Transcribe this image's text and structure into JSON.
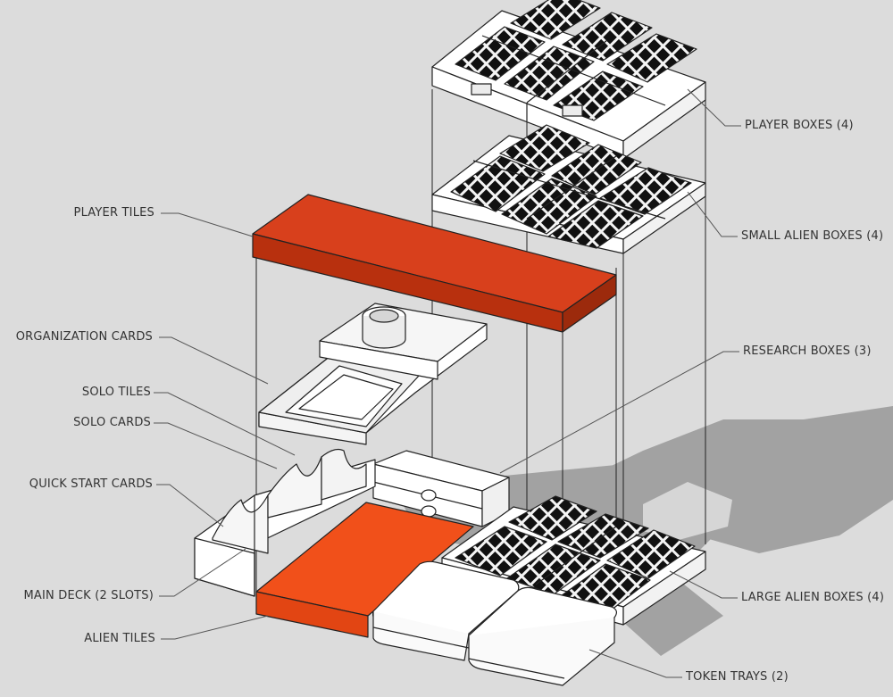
{
  "labels": {
    "player_tiles": "PLAYER TILES",
    "organization_cards": "ORGANIZATION CARDS",
    "solo_tiles": "SOLO TILES",
    "solo_cards": "SOLO CARDS",
    "quick_start_cards": "QUICK START CARDS",
    "main_deck": "MAIN DECK (2 SLOTS)",
    "alien_tiles": "ALIEN TILES",
    "player_boxes": "PLAYER BOXES (4)",
    "small_alien_boxes": "SMALL ALIEN BOXES (4)",
    "research_boxes": "RESEARCH BOXES (3)",
    "large_alien_boxes": "LARGE ALIEN BOXES (4)",
    "token_trays": "TOKEN TRAYS (2)"
  },
  "colors": {
    "background": "#dcdcdc",
    "shadow": "#8f8f8f",
    "player_tiles_top": "#d8401c",
    "player_tiles_front": "#b8300e",
    "alien_tiles": "#f1501a",
    "box_white": "#ffffff",
    "outline": "#222222"
  }
}
